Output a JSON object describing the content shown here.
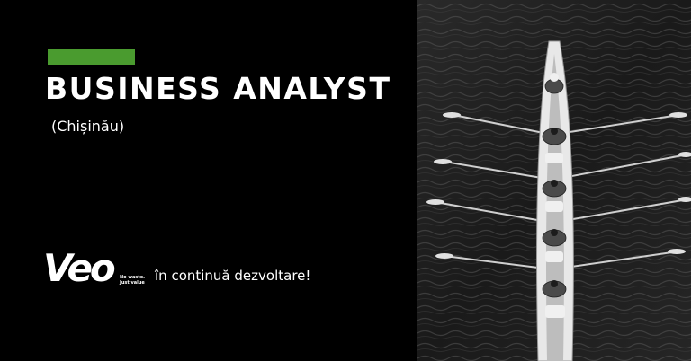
{
  "banner": {
    "job_title": "BUSINESS ANALYST",
    "location": "(Chișinău)",
    "tagline": "în continuă dezvoltare!",
    "accent_color": "#4a9b2f"
  },
  "logo": {
    "wordmark": "Veo",
    "tagline_line1": "No waste.",
    "tagline_line2": "Just value"
  }
}
